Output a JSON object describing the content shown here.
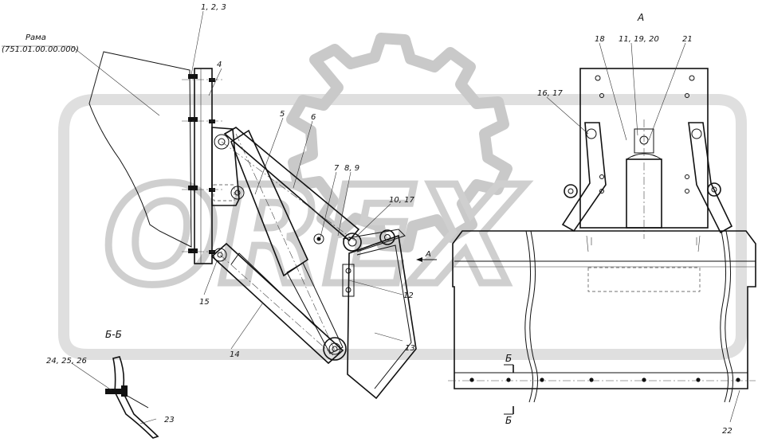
{
  "frame_label": {
    "name": "Рама",
    "code": "(751.01.00.00.000)"
  },
  "section_a_label": "А",
  "section_b_label": "Б-Б",
  "view_arrow_label": "А",
  "cut_mark_top": "Б",
  "cut_mark_bottom": "Б",
  "watermark": "OREX",
  "callouts": [
    {
      "id": "c-1-2-3",
      "text": "1, 2, 3"
    },
    {
      "id": "c-4",
      "text": "4"
    },
    {
      "id": "c-5",
      "text": "5"
    },
    {
      "id": "c-6",
      "text": "6"
    },
    {
      "id": "c-7",
      "text": "7"
    },
    {
      "id": "c-8-9",
      "text": "8, 9"
    },
    {
      "id": "c-10-17",
      "text": "10, 17"
    },
    {
      "id": "c-12",
      "text": "12"
    },
    {
      "id": "c-13",
      "text": "13"
    },
    {
      "id": "c-14",
      "text": "14"
    },
    {
      "id": "c-15",
      "text": "15"
    },
    {
      "id": "c-16-17",
      "text": "16, 17"
    },
    {
      "id": "c-18",
      "text": "18"
    },
    {
      "id": "c-11-19-20",
      "text": "11, 19, 20"
    },
    {
      "id": "c-21",
      "text": "21"
    },
    {
      "id": "c-22",
      "text": "22"
    },
    {
      "id": "c-23",
      "text": "23"
    },
    {
      "id": "c-24-25-26",
      "text": "24, 25, 26"
    }
  ]
}
